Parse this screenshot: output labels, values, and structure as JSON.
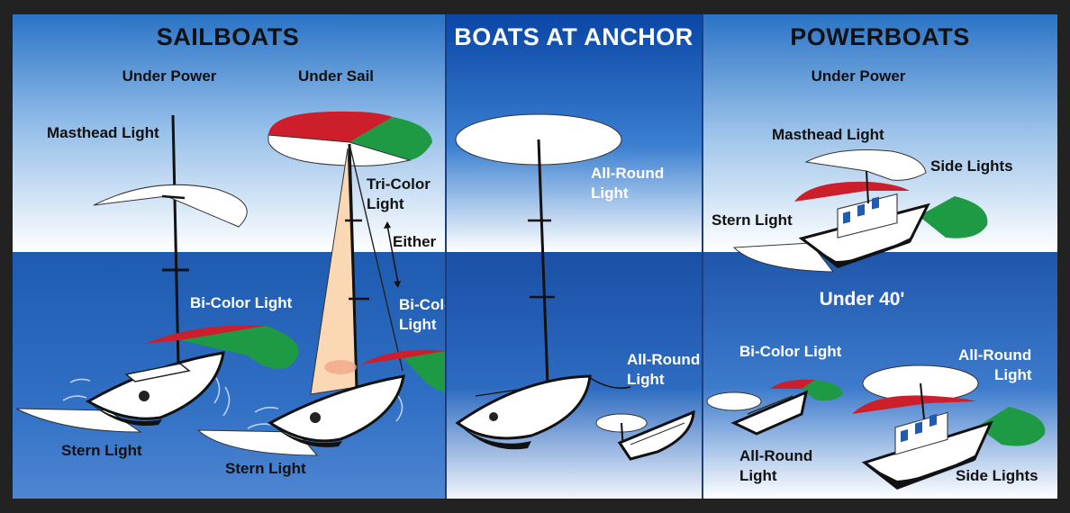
{
  "panels": {
    "sailboats": {
      "title": "SAILBOATS",
      "under_power": "Under Power",
      "under_sail": "Under Sail",
      "masthead_light": "Masthead Light",
      "tri_color_1": "Tri-Color",
      "tri_color_2": "Light",
      "either": "Either",
      "bi_color_left": "Bi-Color Light",
      "bi_color_right_1": "Bi-Color",
      "bi_color_right_2": "Light",
      "stern_light_left": "Stern Light",
      "stern_light_right": "Stern Light"
    },
    "anchor": {
      "title": "BOATS AT ANCHOR",
      "all_round_top_1": "All-Round",
      "all_round_top_2": "Light",
      "all_round_bottom_1": "All-Round",
      "all_round_bottom_2": "Light"
    },
    "powerboats": {
      "title": "POWERBOATS",
      "under_power": "Under Power",
      "masthead_light": "Masthead Light",
      "side_lights_top": "Side Lights",
      "stern_light": "Stern Light",
      "under_40": "Under 40'",
      "bi_color_light": "Bi-Color Light",
      "all_round_right_1": "All-Round",
      "all_round_right_2": "Light",
      "all_round_left_1": "All-Round",
      "all_round_left_2": "Light",
      "side_lights_bottom": "Side Lights"
    }
  },
  "colors": {
    "port_light": "#cc1f2b",
    "starboard_light": "#1e9a45",
    "white_light": "#ffffff",
    "sail": "#fbd8b4",
    "sea": "#1f55a8",
    "sky": "#ffffff"
  }
}
